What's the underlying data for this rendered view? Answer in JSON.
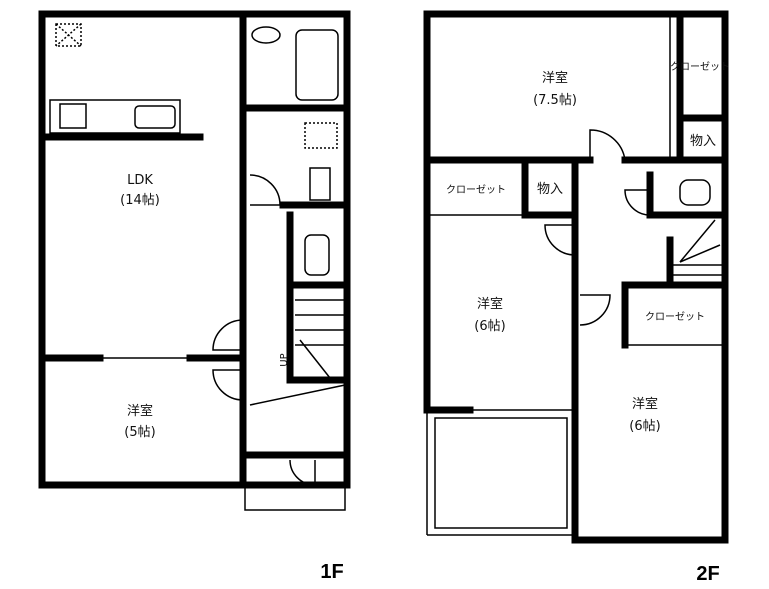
{
  "floor1": {
    "label": "1F",
    "ldk": {
      "name": "LDK",
      "size": "(14帖)"
    },
    "room": {
      "name": "洋室",
      "size": "(5帖)"
    },
    "stairs": "UP"
  },
  "floor2": {
    "label": "2F",
    "room_a": {
      "name": "洋室",
      "size": "(7.5帖)"
    },
    "room_b": {
      "name": "洋室",
      "size": "(6帖)"
    },
    "room_c": {
      "name": "洋室",
      "size": "(6帖)"
    },
    "closet_a": "クローゼット",
    "closet_b": "クローゼット",
    "closet_c": "クローゼット",
    "storage_a": "物入",
    "storage_b": "物入"
  }
}
